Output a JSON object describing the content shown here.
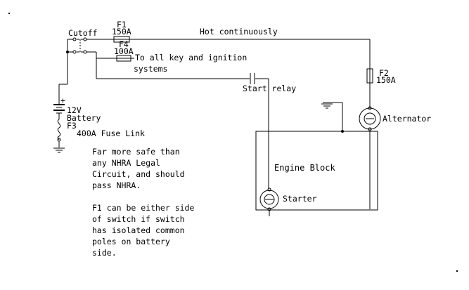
{
  "labels": {
    "cutoff": "Cutoff",
    "f1": "F1",
    "f1_rating": "150A",
    "f4": "F4",
    "f4_rating": "100A",
    "hot_continuously": "Hot continuously",
    "key_ignition_line1": "To all key and ignition",
    "key_ignition_line2": "systems",
    "start_relay": "Start relay",
    "f2": "F2",
    "f2_rating": "150A",
    "alternator": "Alternator",
    "battery_plus": "+",
    "battery_voltage": "12V",
    "battery": "Battery",
    "f3": "F3",
    "fuse_link": "400A Fuse Link",
    "engine_block": "Engine Block",
    "starter": "Starter"
  },
  "notes": {
    "note1": [
      "Far more safe than",
      "any NHRA Legal",
      "Circuit, and should",
      "pass NHRA."
    ],
    "note2": [
      "F1 can be either side",
      "of switch if switch",
      "has isolated common",
      "poles on battery",
      "side."
    ]
  }
}
